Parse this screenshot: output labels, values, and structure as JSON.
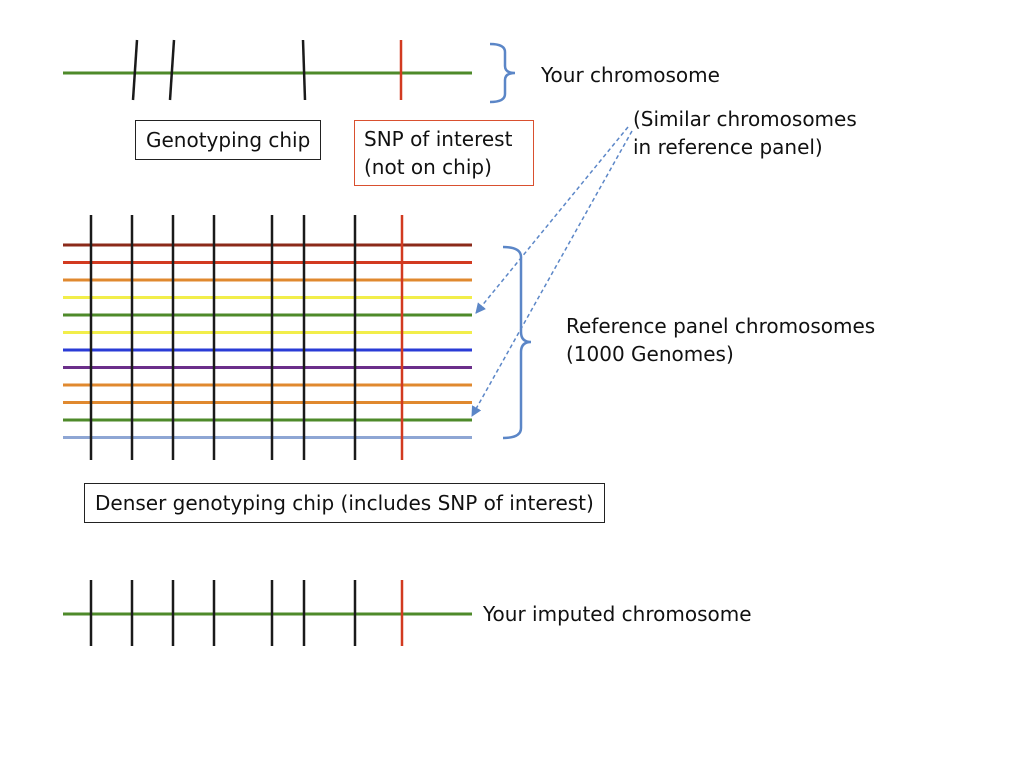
{
  "labels": {
    "your_chromosome": "Your chromosome",
    "genotyping_chip": "Genotyping chip",
    "snp_line1": "SNP of interest",
    "snp_line2": "(not on chip)",
    "similar_line1": "(Similar chromosomes",
    "similar_line2": "in reference panel)",
    "reference_line1": "Reference panel chromosomes",
    "reference_line2": "(1000 Genomes)",
    "denser_chip": "Denser genotyping chip (includes SNP of interest)",
    "imputed": "Your imputed chromosome"
  },
  "colors": {
    "chromosome": "#4e8a2a",
    "marker": "#1a1a1a",
    "snp": "#d23a20",
    "brace": "#5b86c7",
    "snp_box_border": "#d9502f",
    "arrow": "#5b86c7"
  },
  "reference_panel_colors": [
    "#8b2a1a",
    "#d23a20",
    "#e0892f",
    "#f2ee4a",
    "#4e8a2a",
    "#f2ee4a",
    "#2a3bd6",
    "#6b2f8a",
    "#e0892f",
    "#e0892f",
    "#4e8a2a",
    "#8ea6d4"
  ],
  "highlighted_reference_rows": [
    4,
    10
  ]
}
